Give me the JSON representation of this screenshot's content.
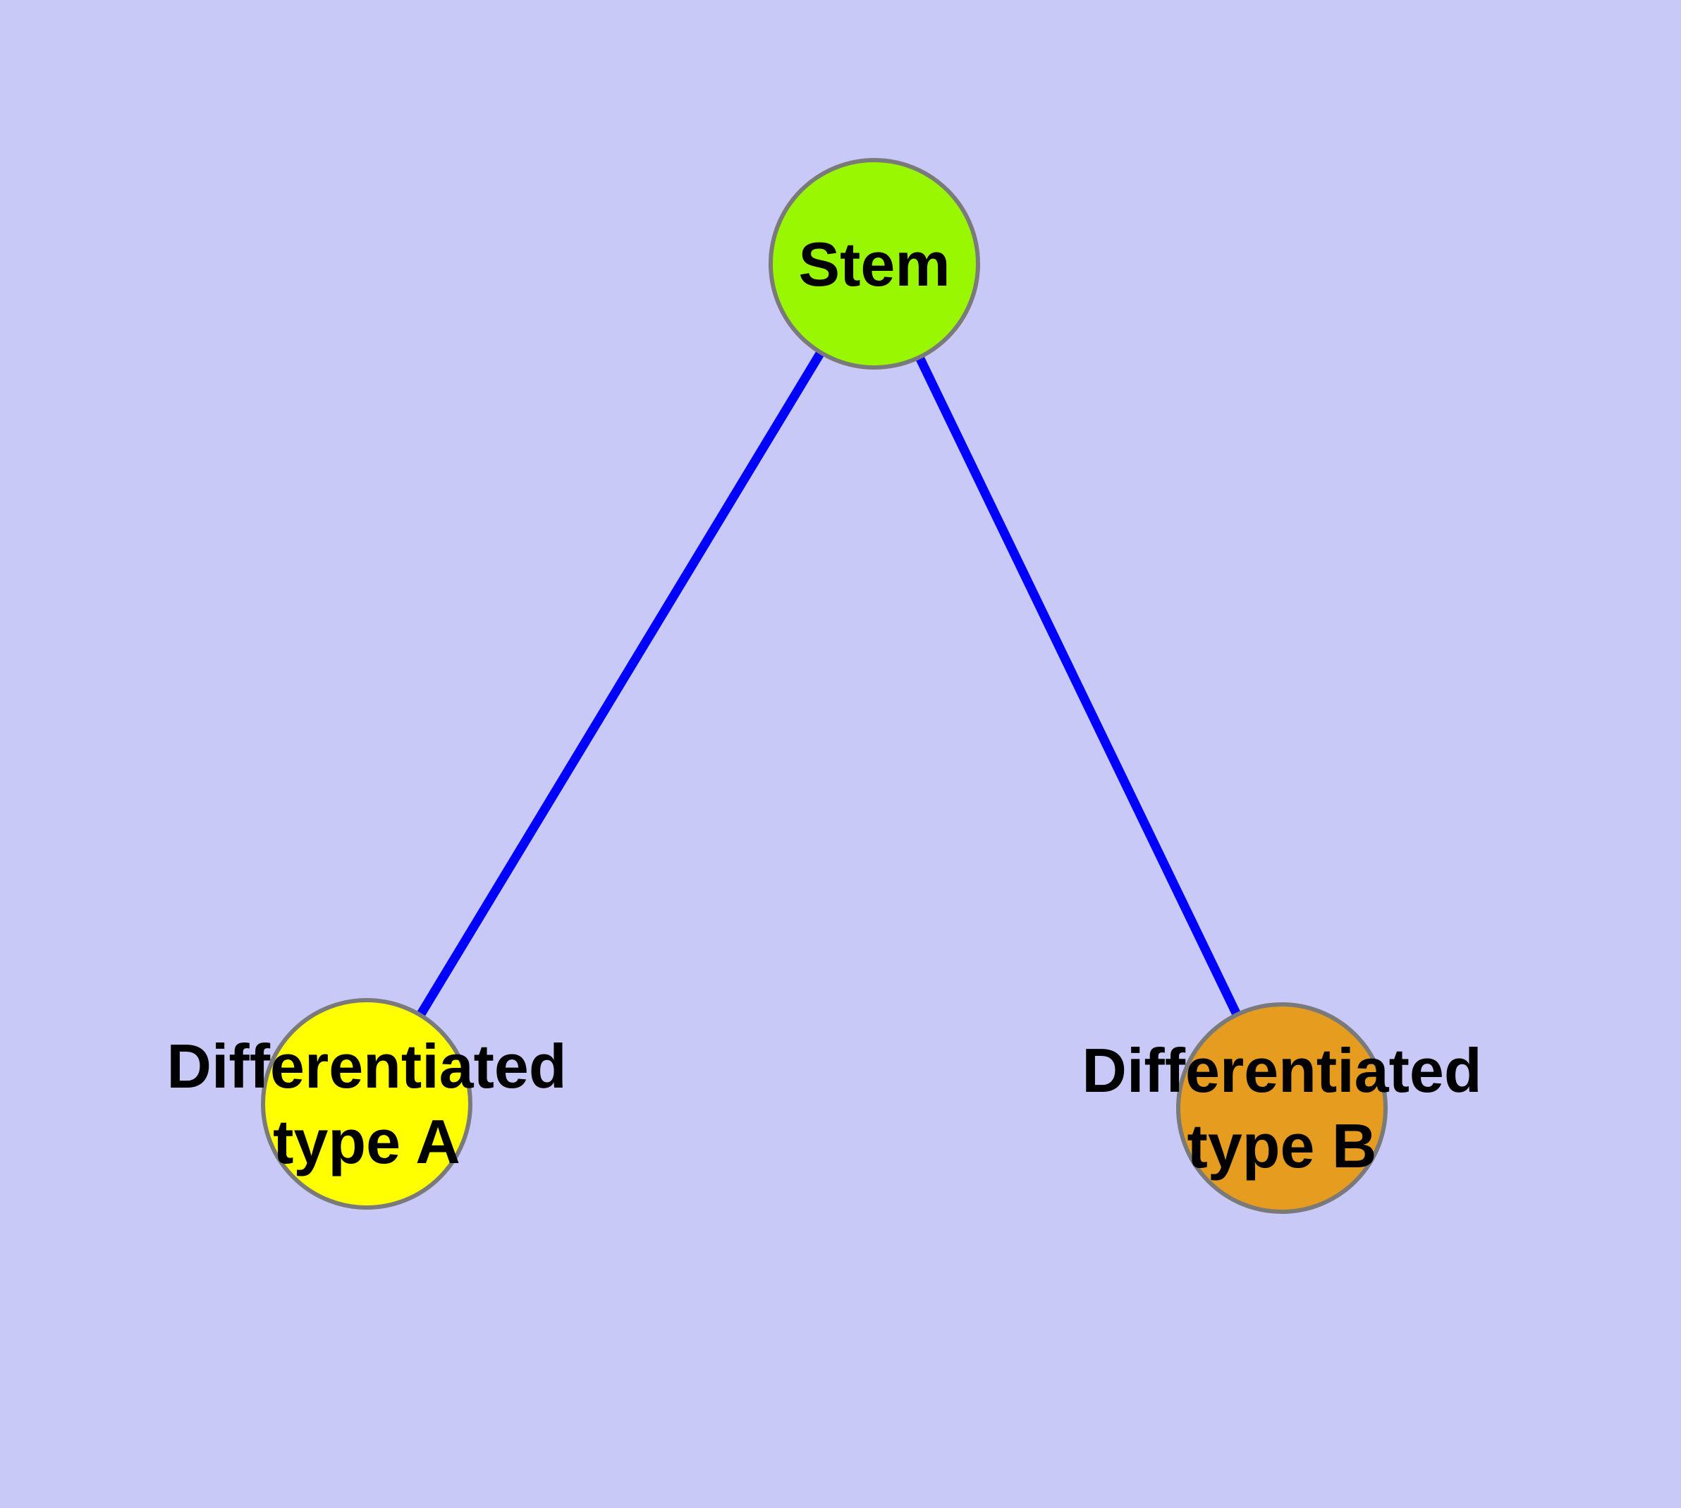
{
  "diagram": {
    "type": "node-link-graph",
    "background_color": "#c9c9f8",
    "edge_color": "#0000ff",
    "node_border_color": "#7a7a7a",
    "label_color": "#000000",
    "nodes": [
      {
        "id": "stem",
        "label": "Stem",
        "fill": "#9af702"
      },
      {
        "id": "differentiated-type-a",
        "label": "Differentiated type A",
        "label_lines": [
          "Differentiated",
          "type A"
        ],
        "fill": "#ffff00"
      },
      {
        "id": "differentiated-type-b",
        "label": "Differentiated type B",
        "label_lines": [
          "Differentiated",
          "type B"
        ],
        "fill": "#e69c1f"
      }
    ],
    "edges": [
      {
        "from": "Stem",
        "to": "Differentiated type A"
      },
      {
        "from": "Stem",
        "to": "Differentiated type B"
      }
    ]
  }
}
